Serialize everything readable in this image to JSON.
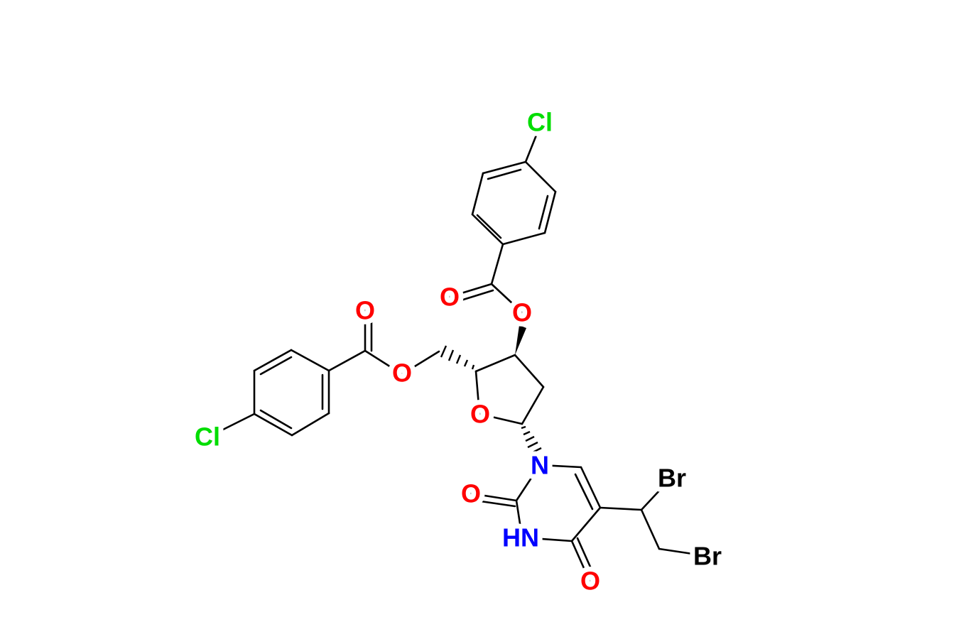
{
  "colors": {
    "oxygen": "#ff0000",
    "nitrogen": "#0000ff",
    "chlorine": "#00dd00",
    "bromine": "#000000",
    "bond": "#000000"
  },
  "atoms": {
    "cl_top": "Cl",
    "cl_left": "Cl",
    "o_carbonyl_top": "O",
    "o_ester_top": "O",
    "o_carbonyl_left": "O",
    "o_ester_left": "O",
    "o_ring": "O",
    "n1": "N",
    "n3": "HN",
    "o_c2": "O",
    "o_c4": "O",
    "br1": "Br",
    "br2": "Br"
  }
}
